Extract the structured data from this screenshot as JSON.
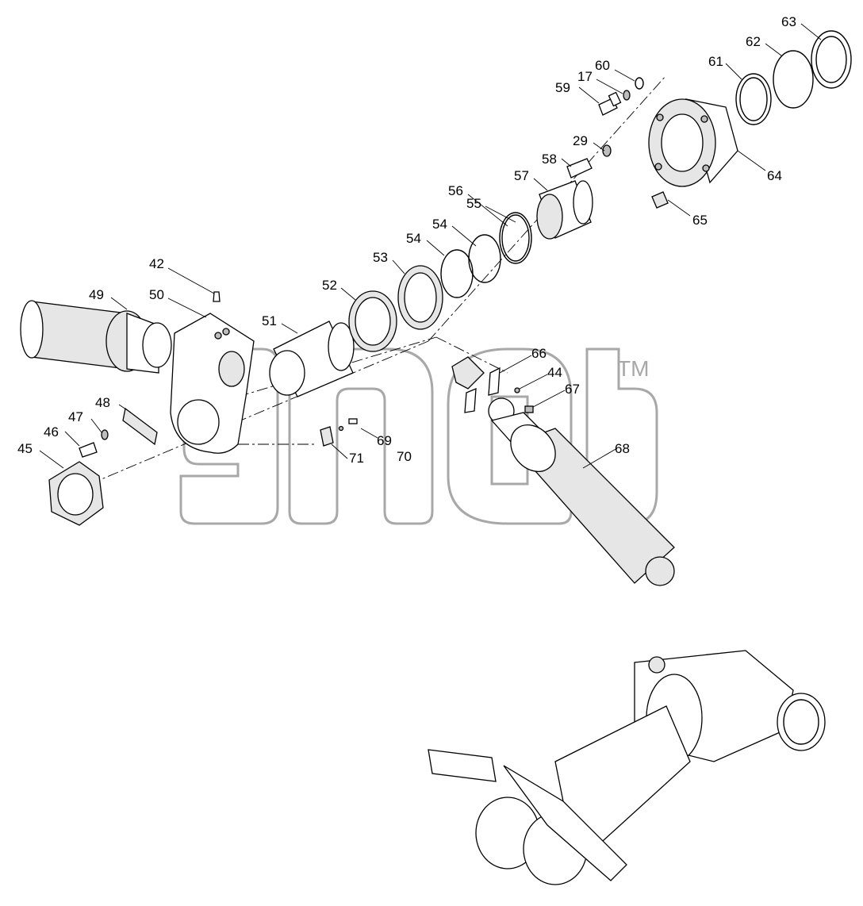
{
  "watermark": {
    "mark": "TM"
  },
  "callouts": [
    {
      "id": "c63",
      "text": "63"
    },
    {
      "id": "c62",
      "text": "62"
    },
    {
      "id": "c60",
      "text": "60"
    },
    {
      "id": "c17",
      "text": "17"
    },
    {
      "id": "c61",
      "text": "61"
    },
    {
      "id": "c59",
      "text": "59"
    },
    {
      "id": "c29",
      "text": "29"
    },
    {
      "id": "c58",
      "text": "58"
    },
    {
      "id": "c64",
      "text": "64"
    },
    {
      "id": "c57",
      "text": "57"
    },
    {
      "id": "c56",
      "text": "56"
    },
    {
      "id": "c55",
      "text": "55"
    },
    {
      "id": "c65",
      "text": "65"
    },
    {
      "id": "c54a",
      "text": "54"
    },
    {
      "id": "c54b",
      "text": "54"
    },
    {
      "id": "c53",
      "text": "53"
    },
    {
      "id": "c42",
      "text": "42"
    },
    {
      "id": "c52",
      "text": "52"
    },
    {
      "id": "c49",
      "text": "49"
    },
    {
      "id": "c50",
      "text": "50"
    },
    {
      "id": "c51",
      "text": "51"
    },
    {
      "id": "c66",
      "text": "66"
    },
    {
      "id": "c44",
      "text": "44"
    },
    {
      "id": "c67",
      "text": "67"
    },
    {
      "id": "c48",
      "text": "48"
    },
    {
      "id": "c47",
      "text": "47"
    },
    {
      "id": "c46",
      "text": "46"
    },
    {
      "id": "c45",
      "text": "45"
    },
    {
      "id": "c69",
      "text": "69"
    },
    {
      "id": "c70",
      "text": "70"
    },
    {
      "id": "c71",
      "text": "71"
    },
    {
      "id": "c68",
      "text": "68"
    }
  ]
}
